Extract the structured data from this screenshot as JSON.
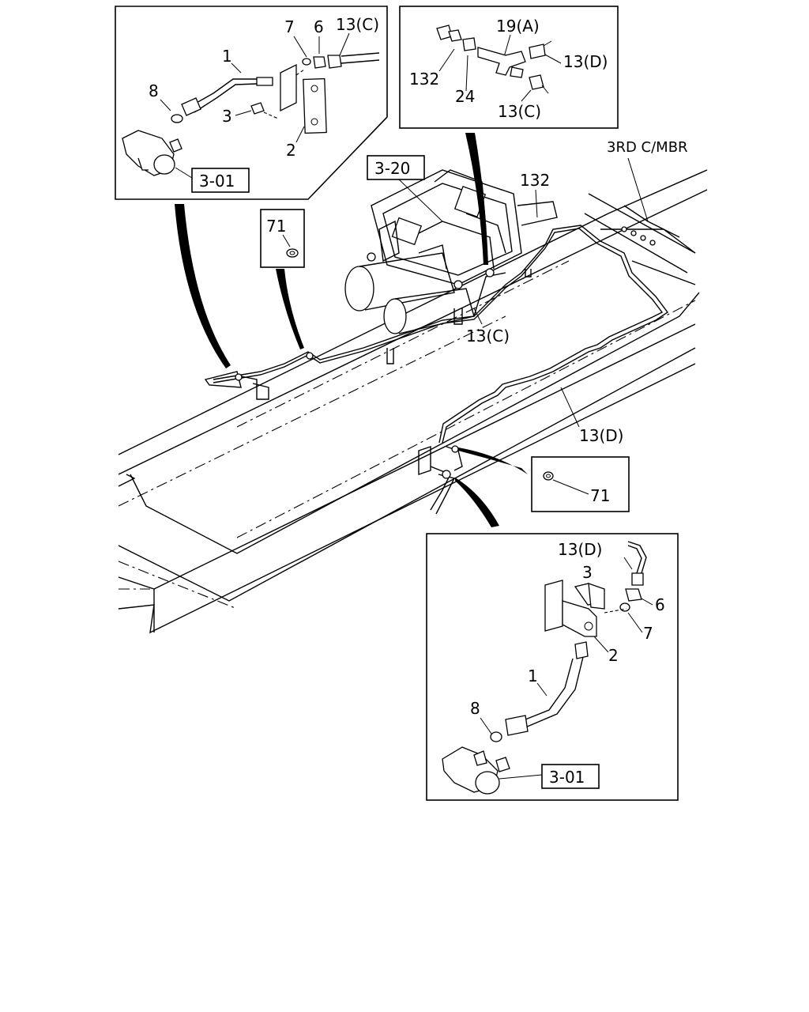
{
  "callouts": {
    "top_left": {
      "p1": "1",
      "p2": "2",
      "p3": "3",
      "p6": "6",
      "p7": "7",
      "p8": "8",
      "p13c": "13(C)",
      "ref": "3-01"
    },
    "top_right": {
      "p19a": "19(A)",
      "p132": "132",
      "p24": "24",
      "p13d": "13(D)",
      "p13c": "13(C)"
    },
    "main": {
      "ref320": "3-20",
      "p132": "132",
      "member": "3RD C/MBR",
      "p71": "71",
      "p13c": "13(C)",
      "p13d": "13(D)"
    },
    "nut_box": {
      "p71": "71"
    },
    "bottom_right": {
      "p13d": "13(D)",
      "p3": "3",
      "p6": "6",
      "p7": "7",
      "p2": "2",
      "p1": "1",
      "p8": "8",
      "ref": "3-01"
    }
  }
}
